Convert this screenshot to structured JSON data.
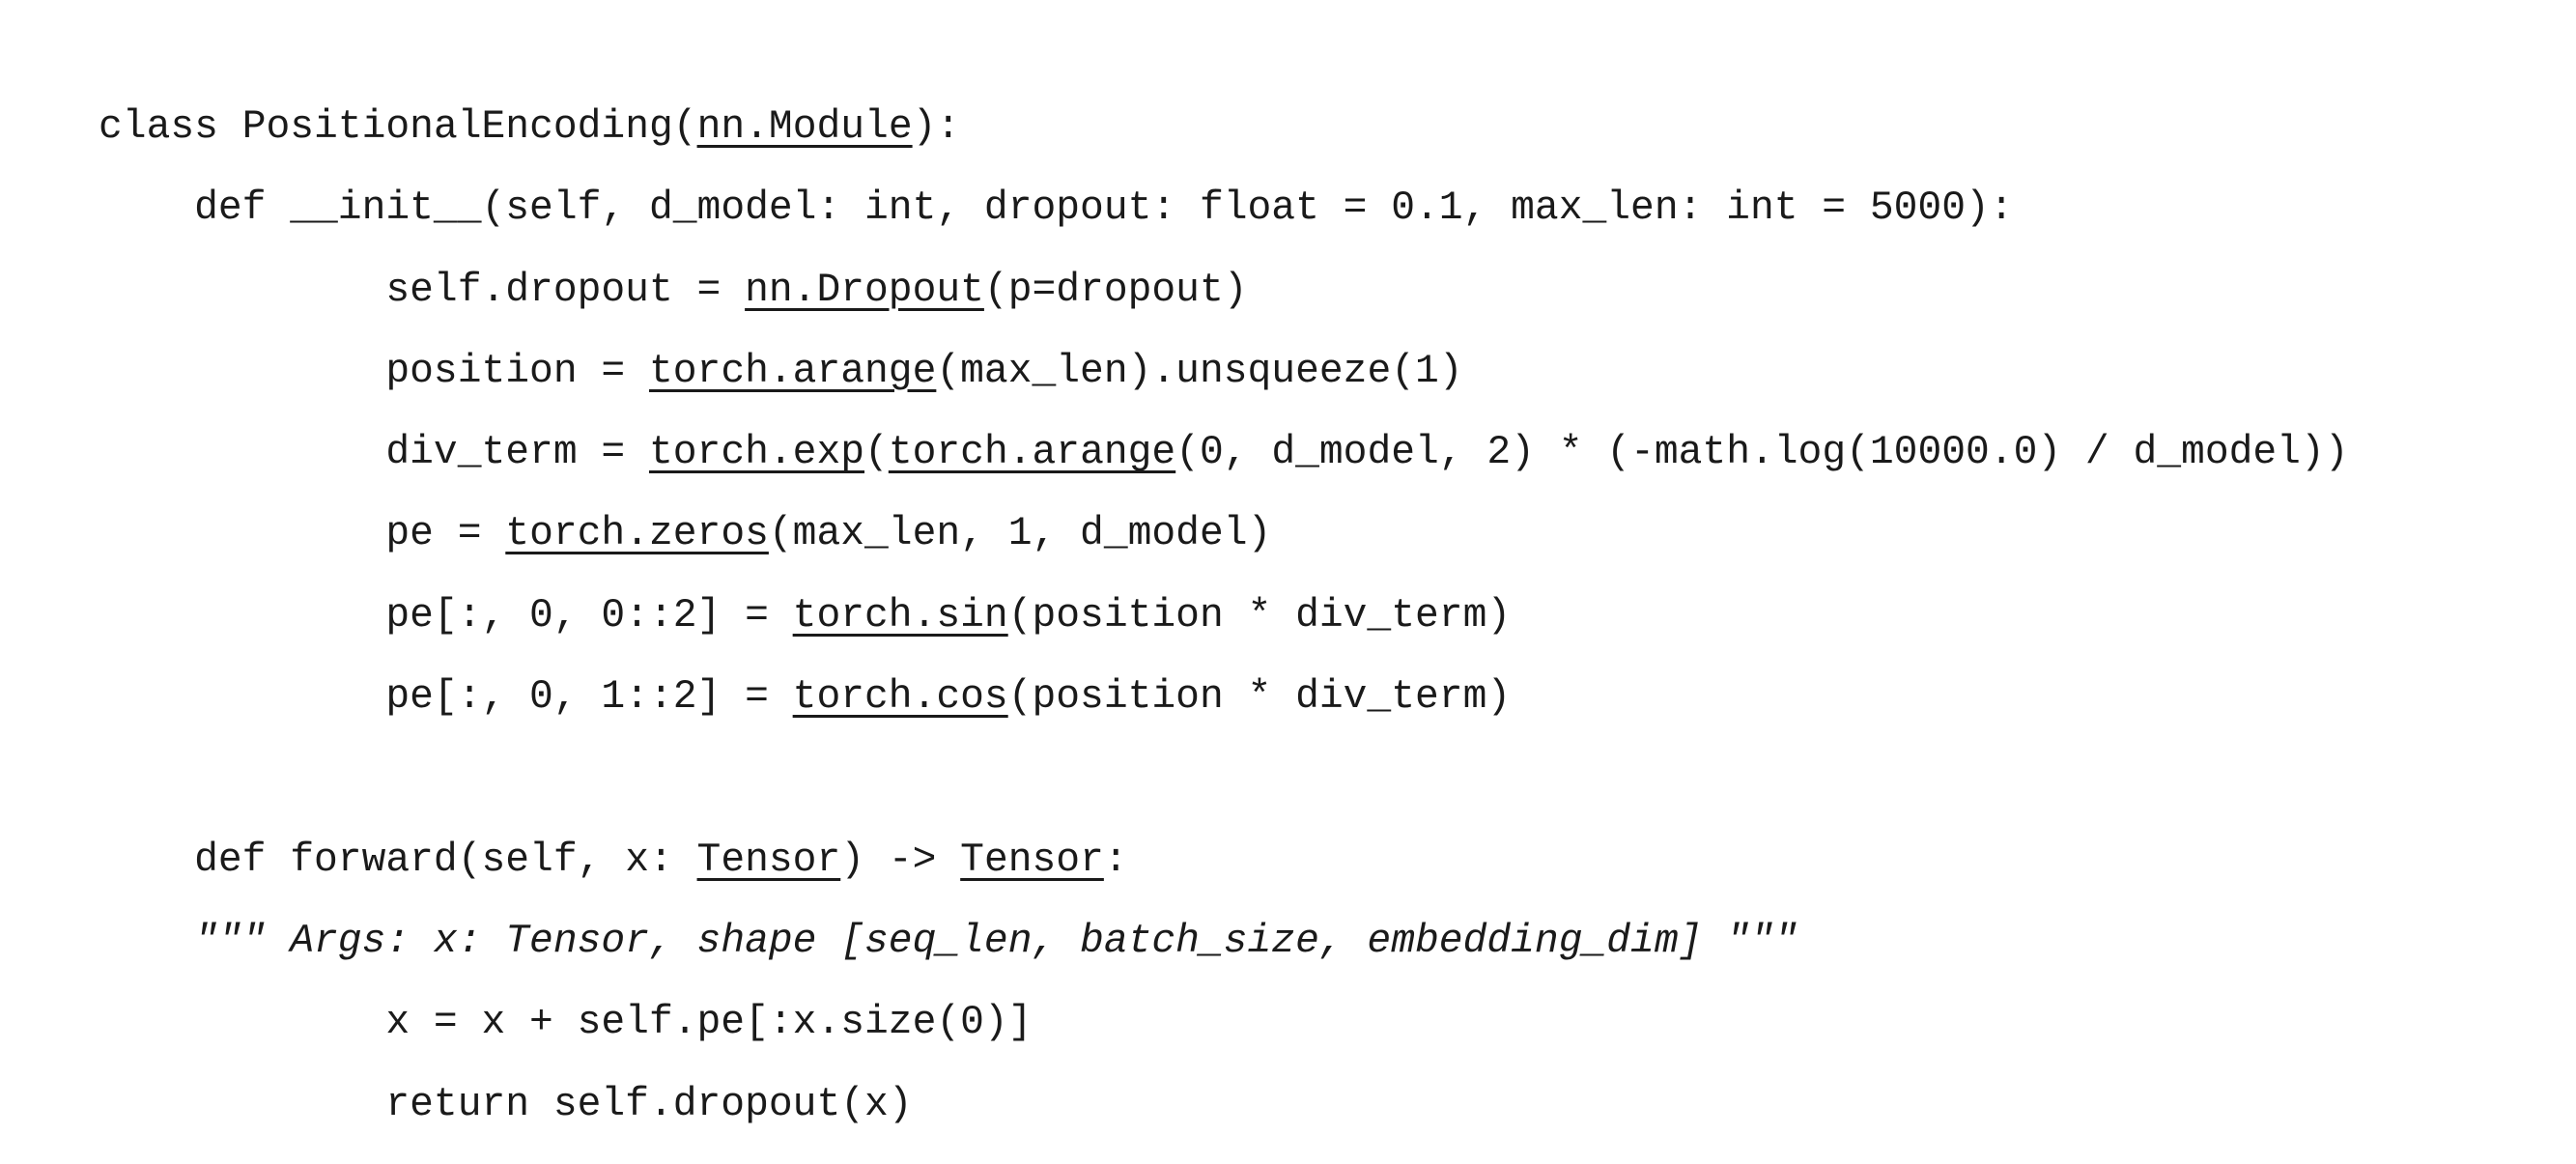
{
  "code": {
    "lines": [
      {
        "indent": 0,
        "segments": [
          {
            "t": "class PositionalEncoding("
          },
          {
            "t": "nn.Module",
            "u": true
          },
          {
            "t": "):"
          }
        ]
      },
      {
        "indent": 4,
        "segments": [
          {
            "t": "def __init__(self, d_model: int, dropout: float = 0.1, max_len: int = 5000):"
          }
        ]
      },
      {
        "indent": 12,
        "segments": [
          {
            "t": "self.dropout = "
          },
          {
            "t": "nn.Dropout",
            "u": true
          },
          {
            "t": "(p=dropout)"
          }
        ]
      },
      {
        "indent": 12,
        "segments": [
          {
            "t": "position = "
          },
          {
            "t": "torch.arange",
            "u": true
          },
          {
            "t": "(max_len).unsqueeze(1)"
          }
        ]
      },
      {
        "indent": 12,
        "segments": [
          {
            "t": "div_term = "
          },
          {
            "t": "torch.exp",
            "u": true
          },
          {
            "t": "("
          },
          {
            "t": "torch.arange",
            "u": true
          },
          {
            "t": "(0, d_model, 2) * (-math.log(10000.0) / d_model))"
          }
        ]
      },
      {
        "indent": 12,
        "segments": [
          {
            "t": "pe = "
          },
          {
            "t": "torch.zeros",
            "u": true
          },
          {
            "t": "(max_len, 1, d_model)"
          }
        ]
      },
      {
        "indent": 12,
        "segments": [
          {
            "t": "pe[:, 0, 0::2] = "
          },
          {
            "t": "torch.sin",
            "u": true
          },
          {
            "t": "(position * div_term)"
          }
        ]
      },
      {
        "indent": 12,
        "segments": [
          {
            "t": "pe[:, 0, 1::2] = "
          },
          {
            "t": "torch.cos",
            "u": true
          },
          {
            "t": "(position * div_term)"
          }
        ]
      },
      {
        "indent": 0,
        "segments": []
      },
      {
        "indent": 4,
        "segments": [
          {
            "t": "def forward(self, x: "
          },
          {
            "t": "Tensor",
            "u": true
          },
          {
            "t": ") -> "
          },
          {
            "t": "Tensor",
            "u": true
          },
          {
            "t": ":"
          }
        ]
      },
      {
        "indent": 4,
        "segments": [
          {
            "t": "\"\"\" Args: x: Tensor, shape [seq_len, batch_size, embedding_dim] \"\"\"",
            "i": true
          }
        ]
      },
      {
        "indent": 12,
        "segments": [
          {
            "t": "x = x + self.pe[:x.size(0)]"
          }
        ]
      },
      {
        "indent": 12,
        "segments": [
          {
            "t": "return self.dropout(x)"
          }
        ]
      }
    ]
  }
}
